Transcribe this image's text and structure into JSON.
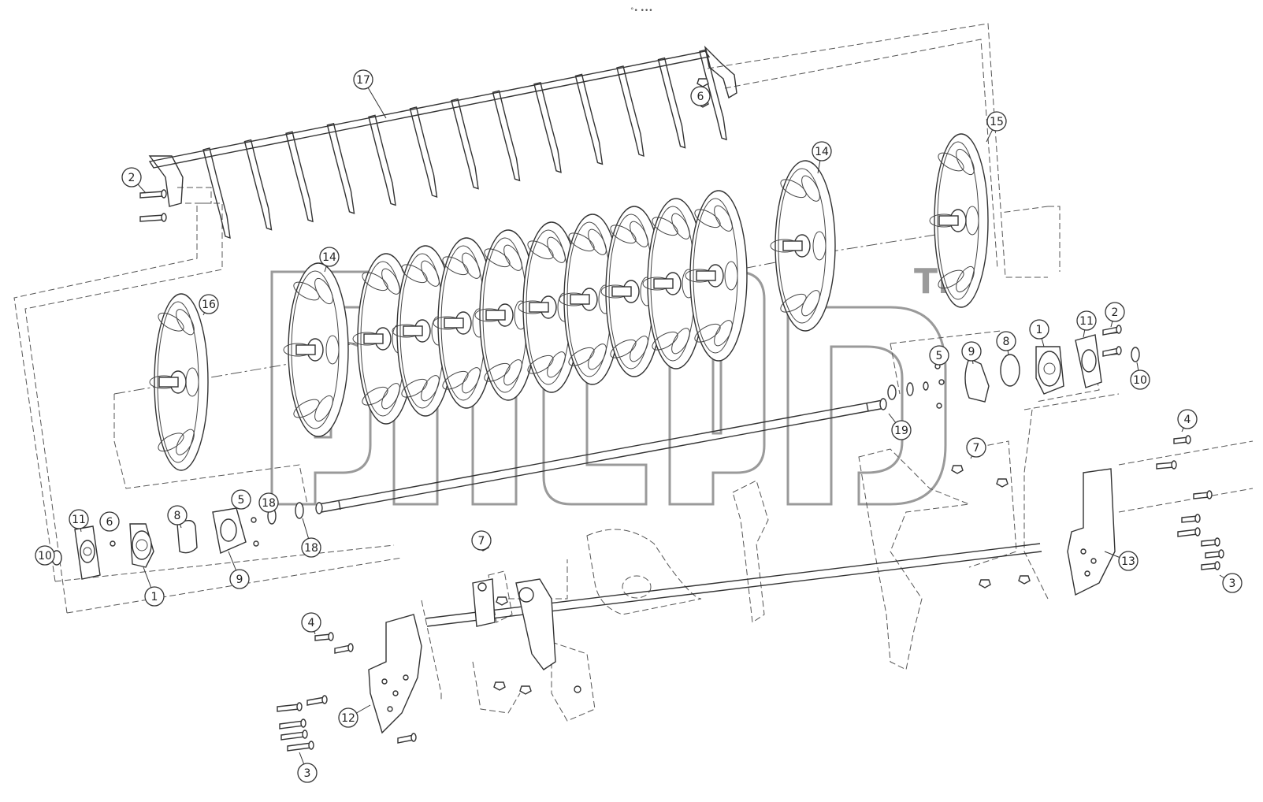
{
  "header": {
    "mark": "°• •••"
  },
  "watermark": {
    "tm": "TM"
  },
  "callouts": [
    {
      "id": "c17",
      "label": "17"
    },
    {
      "id": "c6a",
      "label": "6"
    },
    {
      "id": "c2a",
      "label": "2"
    },
    {
      "id": "c14a",
      "label": "14"
    },
    {
      "id": "c15",
      "label": "15"
    },
    {
      "id": "c14b",
      "label": "14"
    },
    {
      "id": "c16",
      "label": "16"
    },
    {
      "id": "c11a",
      "label": "11"
    },
    {
      "id": "c2b",
      "label": "2"
    },
    {
      "id": "c1a",
      "label": "1"
    },
    {
      "id": "c8a",
      "label": "8"
    },
    {
      "id": "c9a",
      "label": "9"
    },
    {
      "id": "c5a",
      "label": "5"
    },
    {
      "id": "c10a",
      "label": "10"
    },
    {
      "id": "c19",
      "label": "19"
    },
    {
      "id": "c4a",
      "label": "4"
    },
    {
      "id": "c7a",
      "label": "7"
    },
    {
      "id": "c13",
      "label": "13"
    },
    {
      "id": "c3a",
      "label": "3"
    },
    {
      "id": "c11b",
      "label": "11"
    },
    {
      "id": "c6b",
      "label": "6"
    },
    {
      "id": "c8b",
      "label": "8"
    },
    {
      "id": "c5b",
      "label": "5"
    },
    {
      "id": "c18a",
      "label": "18"
    },
    {
      "id": "c10b",
      "label": "10"
    },
    {
      "id": "c18b",
      "label": "18"
    },
    {
      "id": "c1b",
      "label": "1"
    },
    {
      "id": "c9b",
      "label": "9"
    },
    {
      "id": "c7b",
      "label": "7"
    },
    {
      "id": "c4b",
      "label": "4"
    },
    {
      "id": "c12",
      "label": "12"
    },
    {
      "id": "c3b",
      "label": "3"
    }
  ]
}
